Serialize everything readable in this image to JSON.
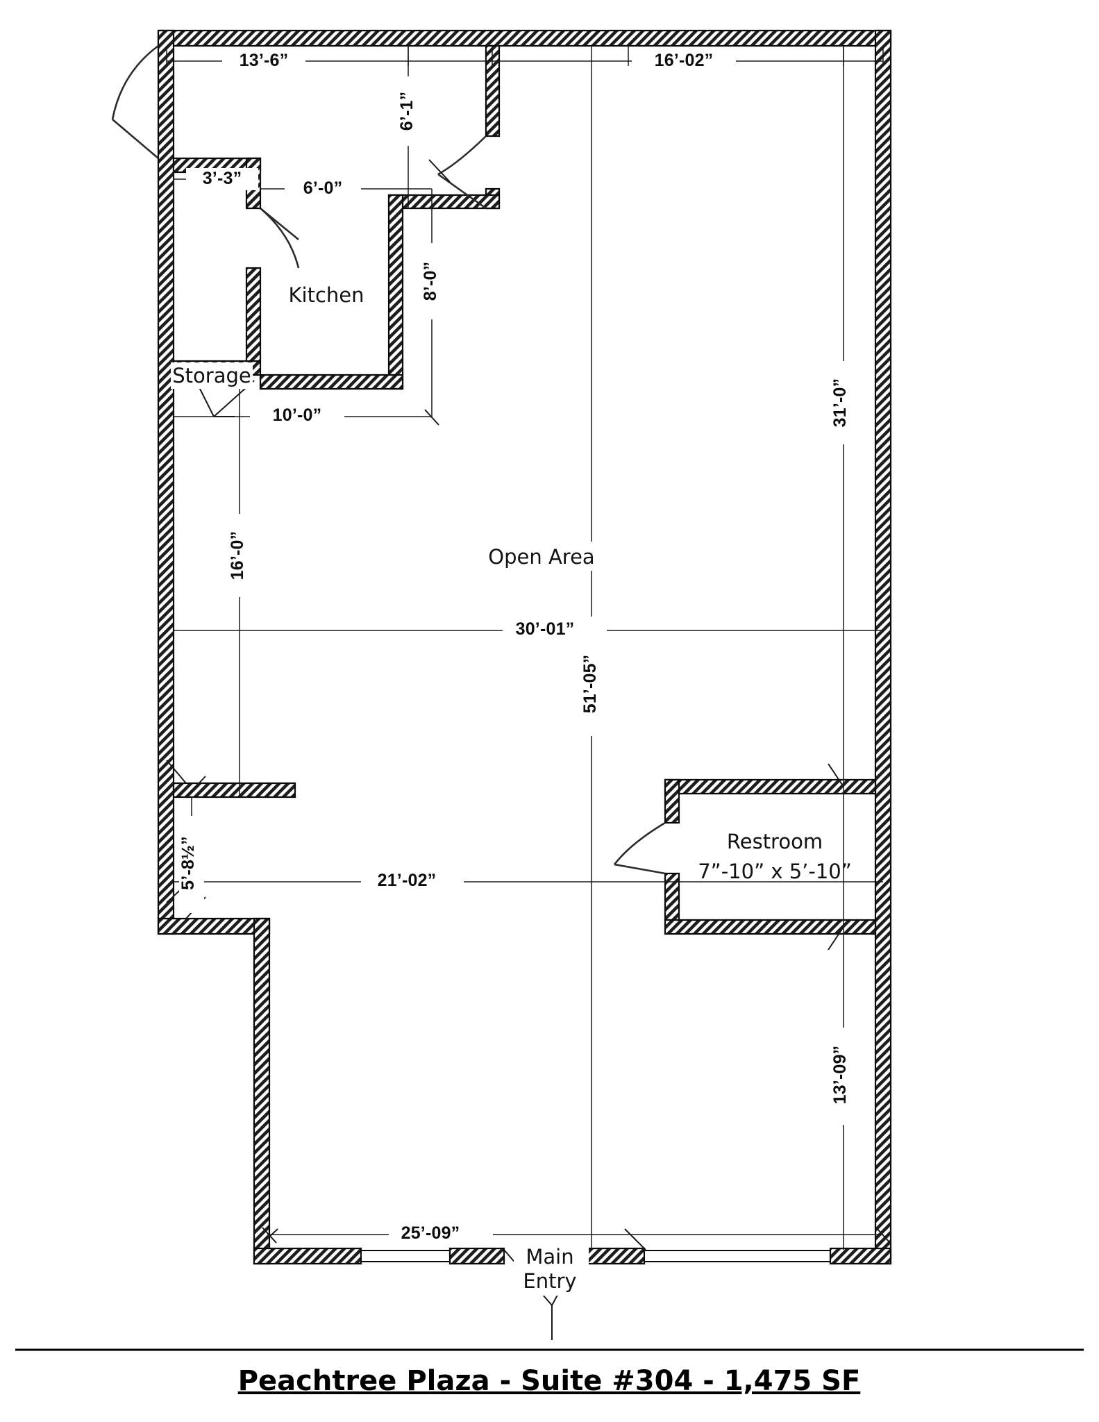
{
  "document": {
    "type": "floor-plan",
    "title": "Peachtree Plaza - Suite #304 - 1,475 SF",
    "property_name": "Peachtree Plaza",
    "suite": "Suite #304",
    "area": "1,475 SF"
  },
  "rooms": [
    {
      "id": "kitchen",
      "label": "Kitchen"
    },
    {
      "id": "storage",
      "label": "Storage"
    },
    {
      "id": "open-area",
      "label": "Open Area"
    },
    {
      "id": "restroom",
      "label": "Restroom",
      "size": "7”-10” x 5’-10”"
    },
    {
      "id": "main-entry",
      "label_line1": "Main",
      "label_line2": "Entry"
    }
  ],
  "dimensions": {
    "top_left_width": "13’-6”",
    "top_right_width": "16’-02”",
    "kitchen_door_offset": "6’-1”",
    "storage_width": "3’-3”",
    "kitchen_width": "6’-0”",
    "kitchen_depth": "8’-0”",
    "kitchen_block_width": "10’-0”",
    "left_upper_height": "16’-0”",
    "right_upper_height": "31’-0”",
    "mid_width": "30’-01”",
    "overall_height": "51’-05”",
    "left_notch_height": "5’-8½”",
    "mid_lower_width": "21’-02”",
    "lower_right_height": "13’-09”",
    "bottom_width": "25’-09”"
  },
  "colors": {
    "ink": "#0a0a0a",
    "paper": "#ffffff",
    "dimension": "#1a1a1a"
  }
}
